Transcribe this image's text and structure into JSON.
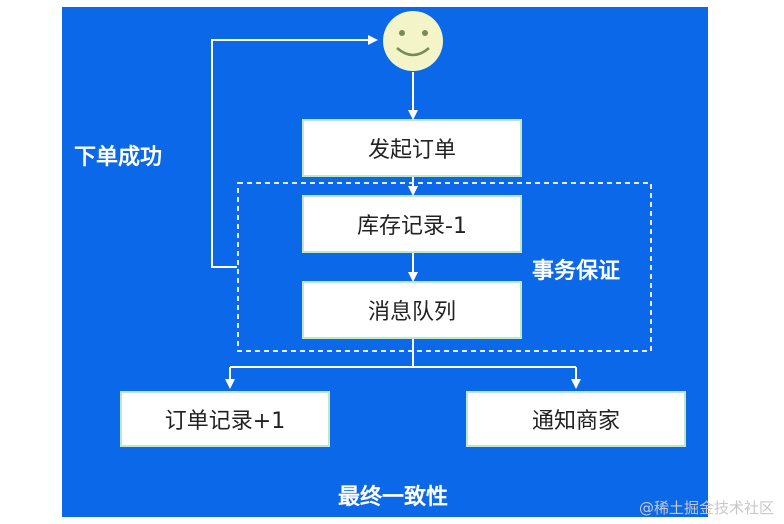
{
  "nodes": {
    "start": "发起订单",
    "inventory": "库存记录-1",
    "queue": "消息队列",
    "order_record": "订单记录+1",
    "notify": "通知商家"
  },
  "labels": {
    "success": "下单成功",
    "transaction": "事务保证",
    "consistency": "最终一致性"
  },
  "watermark": "@稀土掘金技术社区",
  "colors": {
    "background": "#0b68e8",
    "box": "#ffffff",
    "box_border": "#bfe9c3",
    "arrow": "#ffffff",
    "smiley": "#f3f5c9"
  },
  "icons": {
    "user": "smiley-face-icon"
  }
}
